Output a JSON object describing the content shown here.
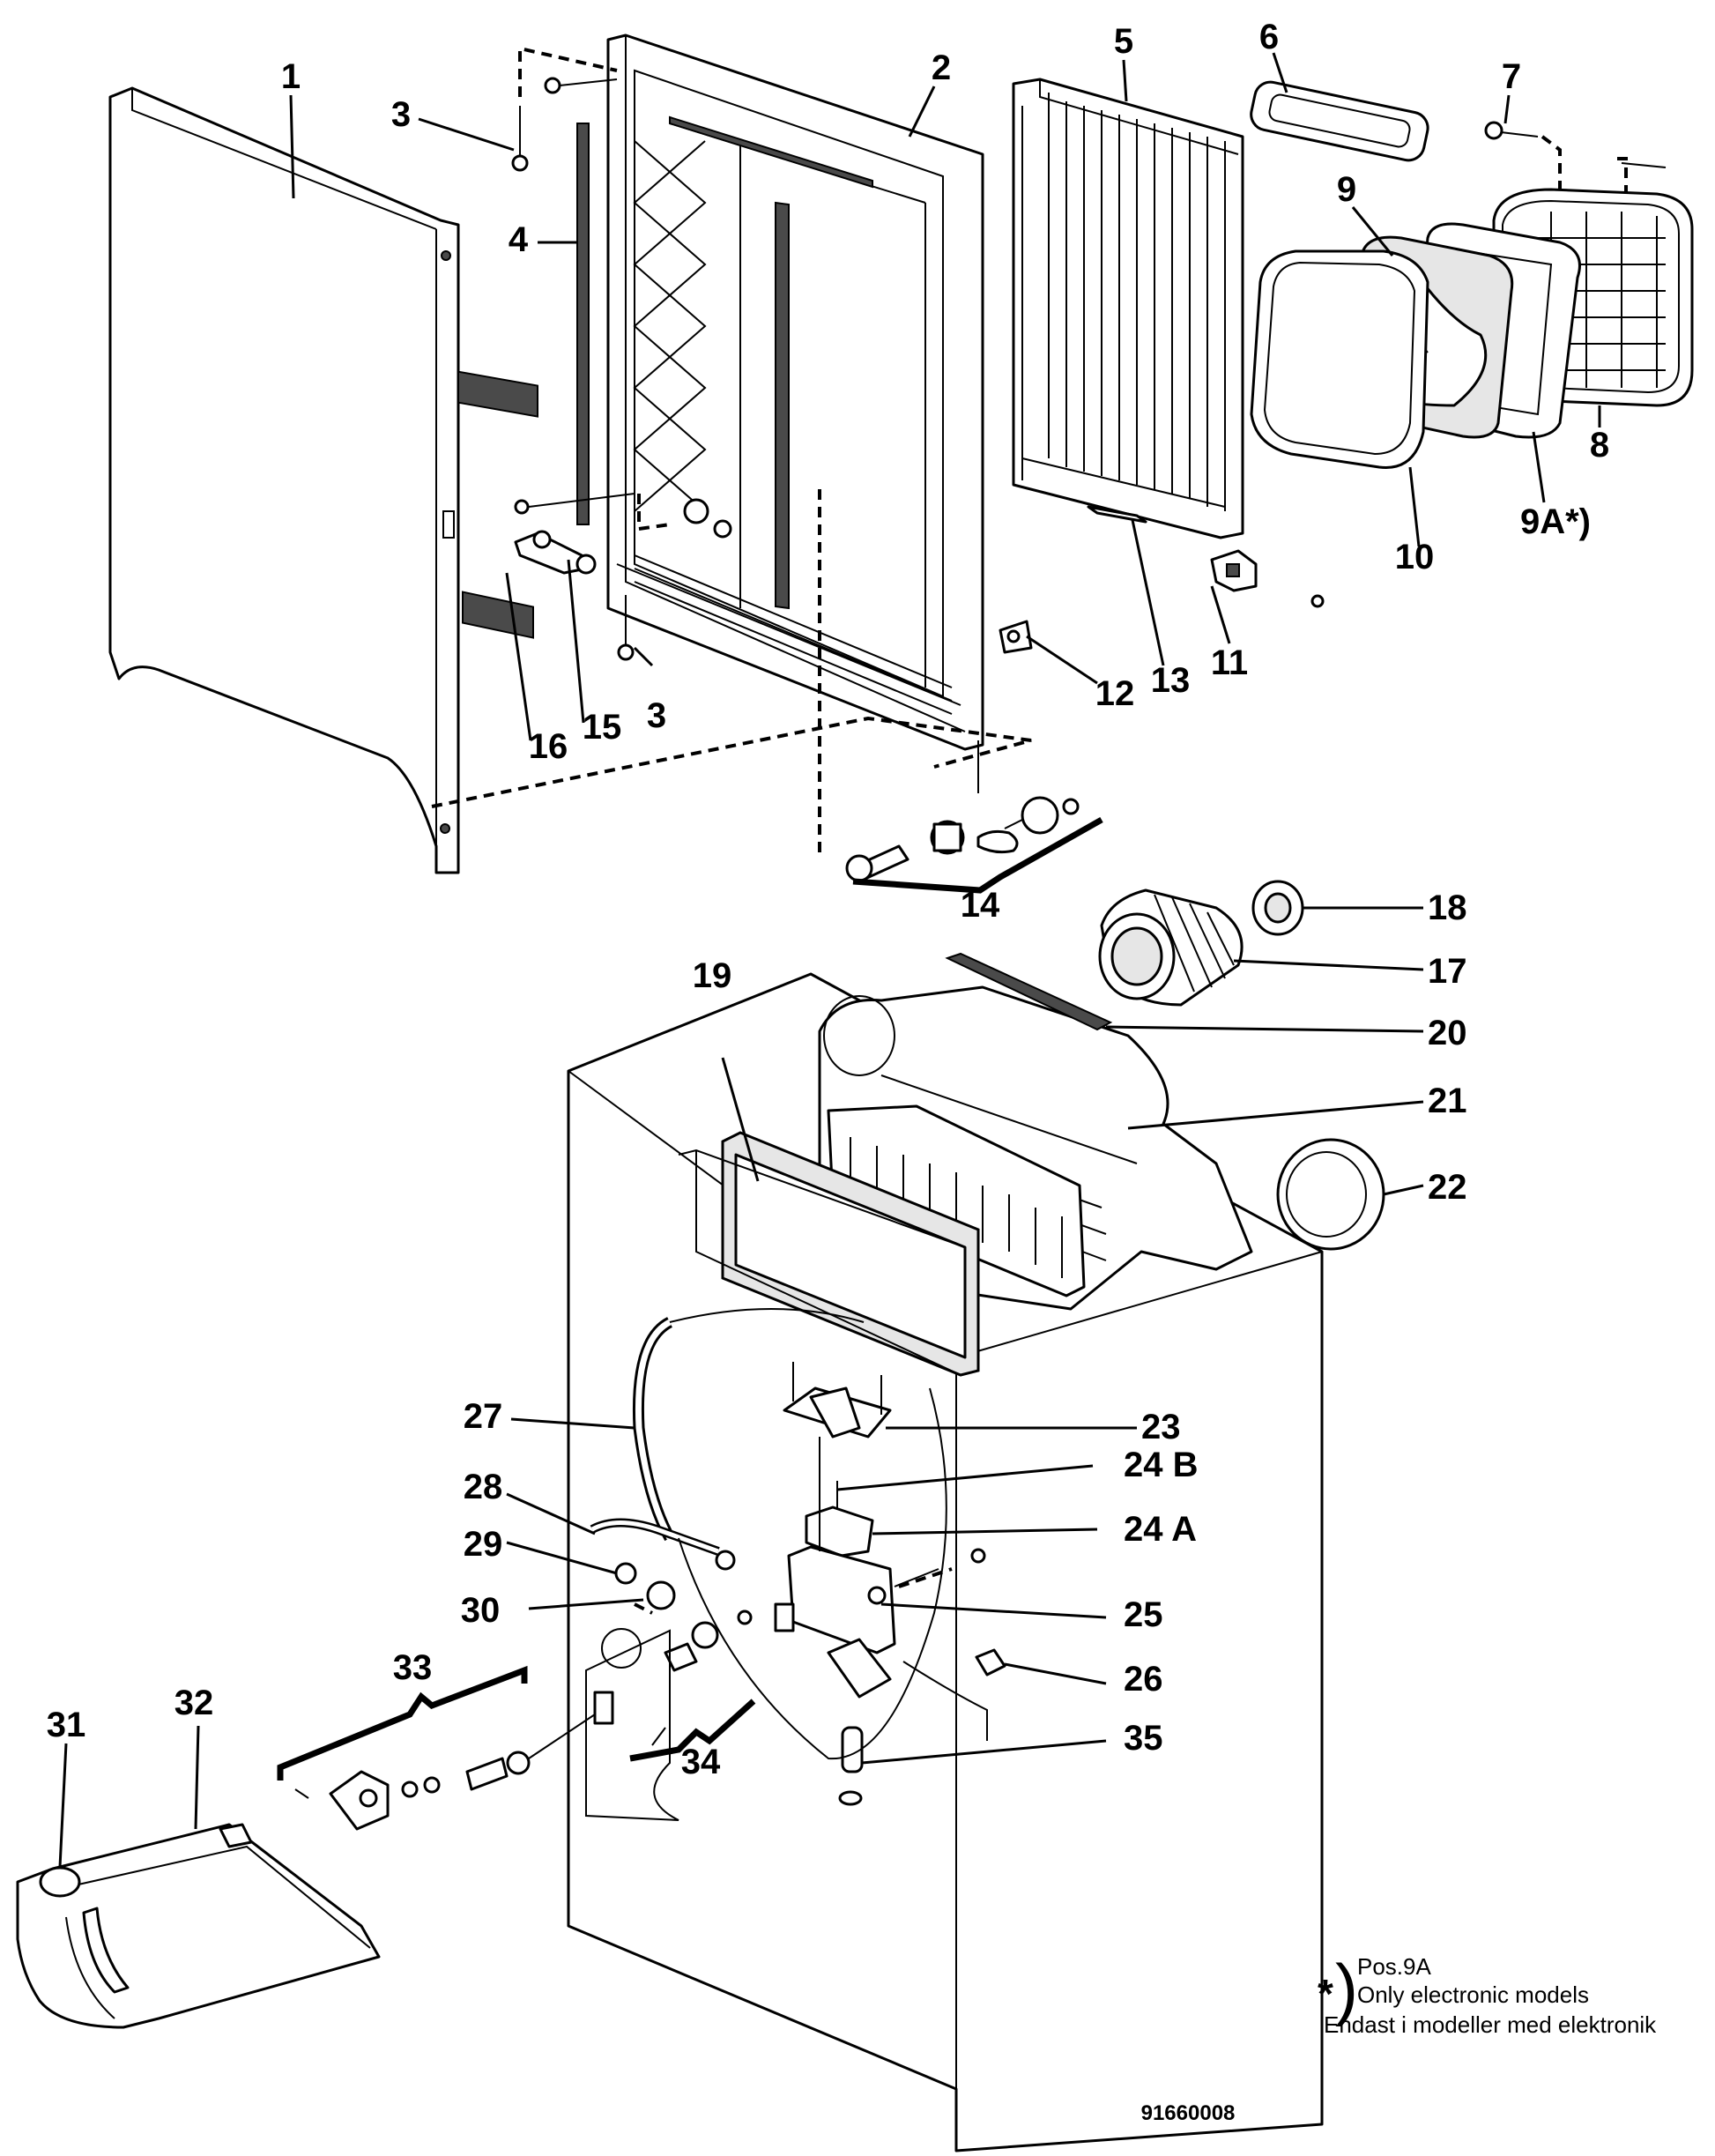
{
  "labels": {
    "p1": "1",
    "p2": "2",
    "p3a": "3",
    "p3b": "3",
    "p4": "4",
    "p5": "5",
    "p6": "6",
    "p7": "7",
    "p8": "8",
    "p9": "9",
    "p9a": "9A*)",
    "p10": "10",
    "p11": "11",
    "p12": "12",
    "p13": "13",
    "p14": "14",
    "p15": "15",
    "p16": "16",
    "p17": "17",
    "p18": "18",
    "p19": "19",
    "p20": "20",
    "p21": "21",
    "p22": "22",
    "p23": "23",
    "p24b": "24 B",
    "p24a": "24 A",
    "p25": "25",
    "p26": "26",
    "p27": "27",
    "p28": "28",
    "p29": "29",
    "p30": "30",
    "p31": "31",
    "p32": "32",
    "p33": "33",
    "p34": "34",
    "p35": "35"
  },
  "footnote": {
    "star": "*",
    "paren": ")",
    "line1": "Pos.9A",
    "line2": "Only electronic models",
    "line3": "Endast i modeller med elektronik"
  },
  "drawing_number": "91660008"
}
